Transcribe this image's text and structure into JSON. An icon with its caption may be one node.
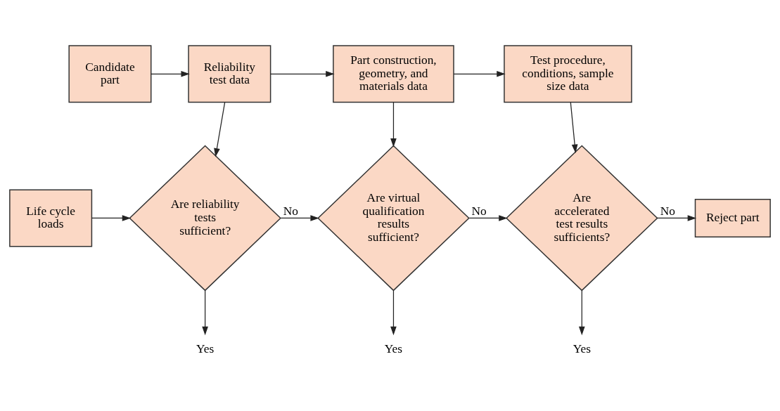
{
  "diagram": {
    "nodes": [
      {
        "text": [
          "Candidate part"
        ]
      },
      {
        "text": [
          "Reliability test data"
        ]
      },
      {
        "text": [
          "Part construction, geometry, and materials data"
        ]
      },
      {
        "text": [
          "Test procedure, conditions, sample size data"
        ]
      },
      {
        "text": [
          "Life cycle loads"
        ]
      },
      {
        "text": [
          "Are reliability tests sufficient?"
        ]
      },
      {
        "text": [
          "Are virtual qualification results sufficient?"
        ]
      },
      {
        "text": [
          "Are accelerated test results sufficients?"
        ]
      },
      {
        "text": [
          "Reject part"
        ]
      },
      {
        "text": [
          "Yes"
        ]
      },
      {
        "text": [
          "Yes"
        ]
      },
      {
        "text": [
          "Yes"
        ]
      }
    ],
    "edges": [
      {
        "from": 0,
        "to": 1,
        "arrow": "to"
      },
      {
        "from": 1,
        "to": 2,
        "arrow": "to"
      },
      {
        "from": 2,
        "to": 3,
        "arrow": "to"
      },
      {
        "from": 1,
        "to": 5,
        "arrow": "to"
      },
      {
        "from": 2,
        "to": 6,
        "arrow": "to"
      },
      {
        "from": 3,
        "to": 7,
        "arrow": "to"
      },
      {
        "from": 4,
        "to": 5,
        "arrow": "to"
      },
      {
        "from": 5,
        "to": 6,
        "arrow": "to",
        "label": "No"
      },
      {
        "from": 6,
        "to": 7,
        "arrow": "to",
        "label": "No"
      },
      {
        "from": 7,
        "to": 8,
        "arrow": "to",
        "label": "No"
      },
      {
        "from": 5,
        "to": 9,
        "arrow": "to"
      },
      {
        "from": 6,
        "to": 10,
        "arrow": "to"
      },
      {
        "from": 7,
        "to": 11,
        "arrow": "to"
      }
    ]
  }
}
